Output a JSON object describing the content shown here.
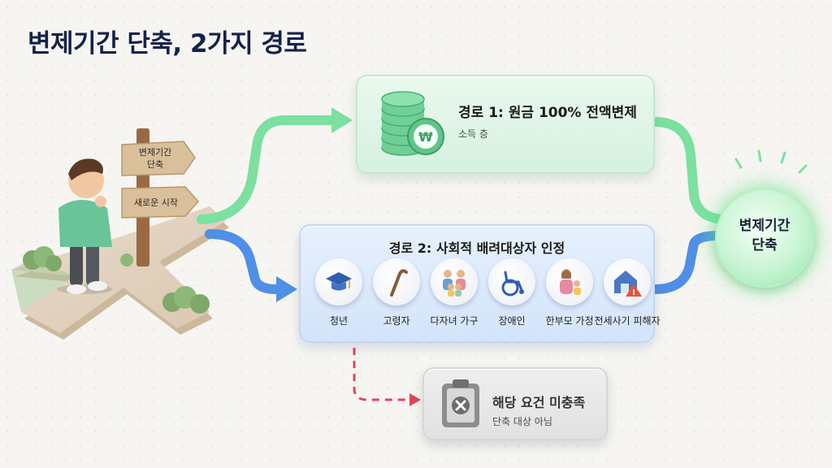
{
  "title": "변제기간 단축, 2가지 경로",
  "signpost": {
    "sign_top_line1": "변제기간",
    "sign_top_line2": "단축",
    "sign_bottom": "새로운 시작"
  },
  "route1": {
    "title": "경로 1: 원금 100% 전액변제",
    "subtitle": "소득 층"
  },
  "route2": {
    "title": "경로 2: 사회적 배려대상자 인정",
    "categories": [
      {
        "label": "청년",
        "icon": "graduation-cap-icon"
      },
      {
        "label": "고령자",
        "icon": "cane-icon"
      },
      {
        "label": "다자녀 가구",
        "icon": "family-icon"
      },
      {
        "label": "장애인",
        "icon": "wheelchair-icon"
      },
      {
        "label": "한부모 가정",
        "icon": "single-parent-icon"
      },
      {
        "label": "전세사기 피해자",
        "icon": "house-warning-icon"
      }
    ]
  },
  "fail": {
    "title": "해당 요건 미충족",
    "subtitle": "단축 대상 아님"
  },
  "goal": {
    "line1": "변제기간",
    "line2": "단축"
  },
  "colors": {
    "route1_arrow": "#7be0a0",
    "route2_arrow": "#4f8fe6",
    "fail_arrow": "#e0475a",
    "title": "#15224a"
  }
}
